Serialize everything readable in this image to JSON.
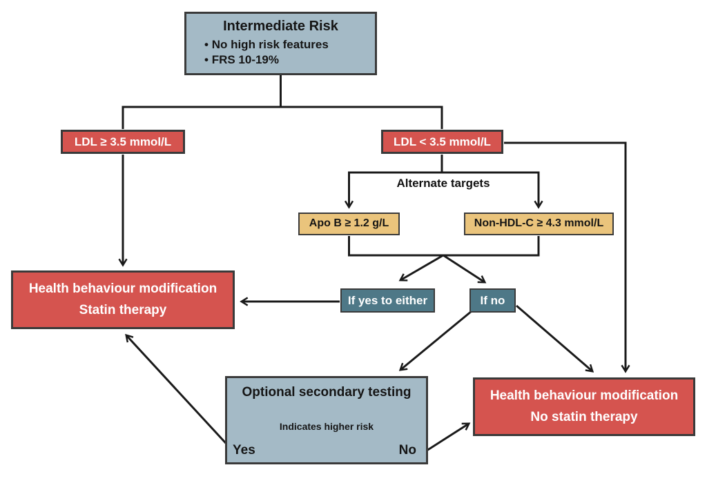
{
  "colors": {
    "box_blue": "#a4bac6",
    "box_red": "#d5544f",
    "box_tan": "#eac47c",
    "box_teal": "#4e7887",
    "border": "#3a3a3a",
    "arrow": "#1a1a1a"
  },
  "nodes": {
    "intermediate": {
      "title": "Intermediate Risk",
      "bullets": [
        "No high risk features",
        "FRS 10-19%"
      ]
    },
    "ldl_high": {
      "label": "LDL ≥ 3.5 mmol/L"
    },
    "ldl_low": {
      "label": "LDL < 3.5 mmol/L"
    },
    "alternate_targets": {
      "label": "Alternate targets"
    },
    "apo_b": {
      "label": "Apo B ≥ 1.2 g/L"
    },
    "non_hdl": {
      "label": "Non-HDL-C ≥ 4.3 mmol/L"
    },
    "if_yes": {
      "label": "If yes to either"
    },
    "if_no": {
      "label": "If no"
    },
    "statin": {
      "line1": "Health behaviour modification",
      "line2": "Statin therapy"
    },
    "secondary": {
      "title": "Optional secondary testing",
      "subtitle": "Indicates higher risk",
      "yes_label": "Yes",
      "no_label": "No"
    },
    "no_statin": {
      "line1": "Health behaviour modification",
      "line2": "No statin therapy"
    }
  }
}
